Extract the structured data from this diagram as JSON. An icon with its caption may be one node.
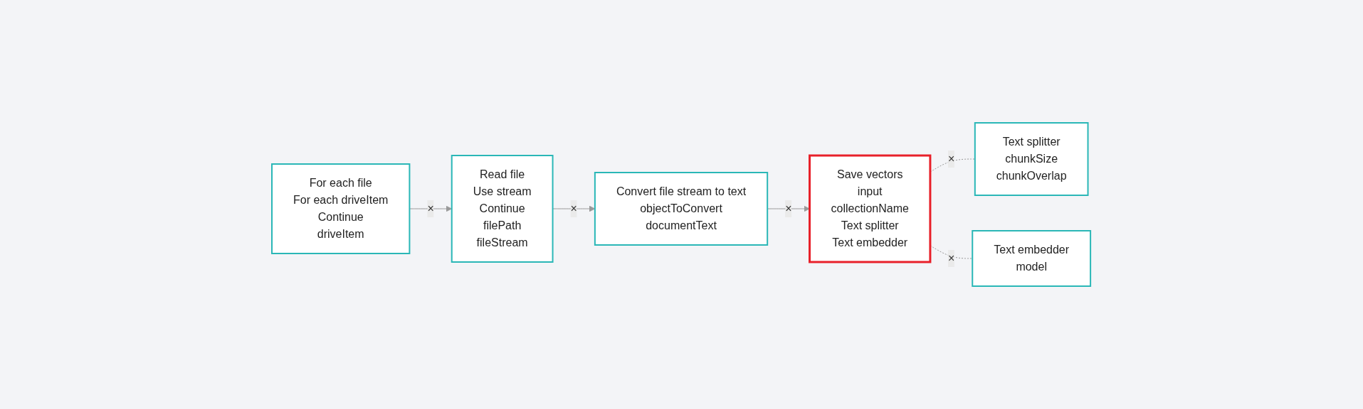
{
  "diagram": {
    "nodes": [
      {
        "text": [
          "For each file",
          "For each driveItem",
          "Continue",
          "driveItem"
        ]
      },
      {
        "text": [
          "Read file",
          "Use stream",
          "Continue",
          "filePath",
          "fileStream"
        ]
      },
      {
        "text": [
          "Convert file stream to text",
          "objectToConvert",
          "documentText"
        ]
      },
      {
        "text": [
          "Save vectors",
          "input",
          "collectionName",
          "Text splitter",
          "Text embedder"
        ]
      },
      {
        "text": [
          "Text splitter",
          "chunkSize",
          "chunkOverlap"
        ]
      },
      {
        "text": [
          "Text embedder",
          "model"
        ]
      }
    ],
    "edges": [
      {
        "from": 0,
        "to": 1,
        "arrow": "to",
        "label": "×"
      },
      {
        "from": 1,
        "to": 2,
        "arrow": "to",
        "label": "×"
      },
      {
        "from": 2,
        "to": 3,
        "arrow": "to",
        "label": "×"
      },
      {
        "from": 3,
        "to": 4,
        "arrow": "none",
        "label": "×",
        "style": "dashed"
      },
      {
        "from": 3,
        "to": 5,
        "arrow": "none",
        "label": "×",
        "style": "dashed"
      }
    ]
  }
}
